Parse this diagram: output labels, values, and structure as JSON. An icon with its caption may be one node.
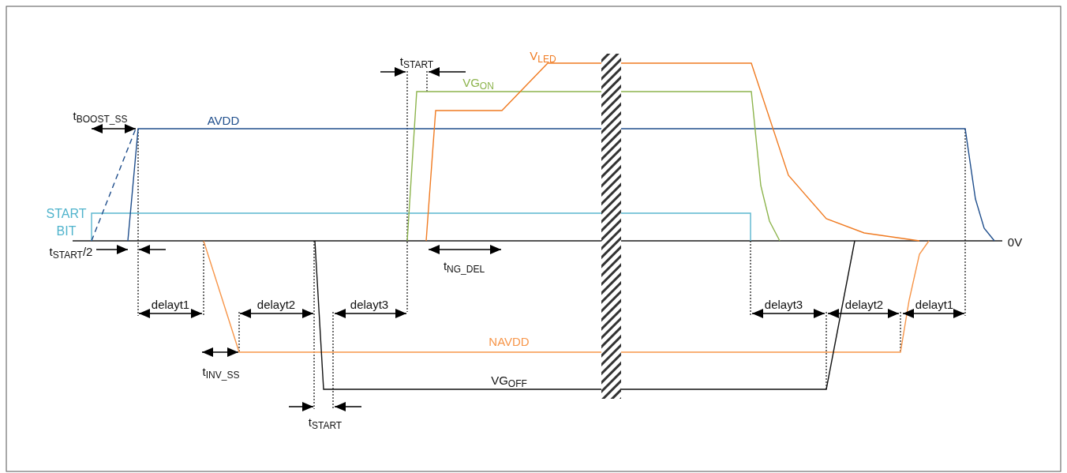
{
  "diagram": {
    "nodes": [
      {
        "text": [],
        "shape": "bar"
      }
    ],
    "labels": [
      "V$_{LED}$",
      "t$_{START}$",
      "VG$_{ON}$",
      "t$_{BOOST_SS}$",
      "AVDD",
      "START BIT",
      "t$_{START}$/2",
      "0V",
      "t$_{NG_DEL}$",
      "delayt1",
      "delayt2",
      "delayt3",
      "delayt3",
      "delayt2",
      "delayt1",
      "NAVDD",
      "t$_{INV_SS}$",
      "VG$_{OFF}$",
      "t$_{START}$"
    ]
  }
}
